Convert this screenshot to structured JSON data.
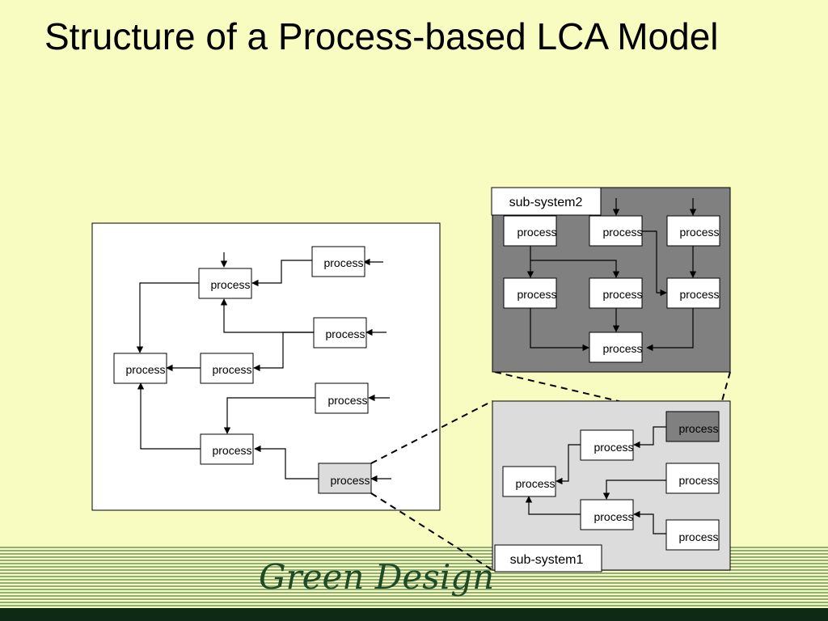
{
  "title": "Structure of a Process-based LCA Model",
  "colors": {
    "background": "#f8fcc0",
    "subsystem2_fill": "#808080",
    "subsystem1_fill": "#dcdcdc",
    "highlight_fill": "#808080",
    "footer_stripes": "#1a4a20"
  },
  "nodes": {
    "process_label": "process"
  },
  "subsystem2": {
    "label": "sub-system2"
  },
  "subsystem1": {
    "label": "sub-system1"
  },
  "footer": {
    "logo_text": "Green Design"
  }
}
